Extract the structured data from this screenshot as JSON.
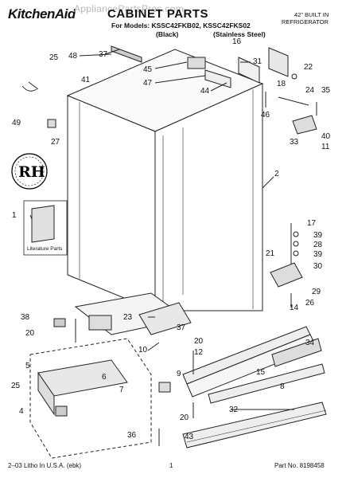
{
  "header": {
    "brand": "KitchenAid",
    "watermark": "AppliancePartsPros.com",
    "title": "CABINET PARTS",
    "models": "For Models: KSSC42FKB02, KSSC42FKS02",
    "variant_black": "(Black)",
    "variant_stainless": "(Stainless Steel)",
    "product_line1": "42\" BUILT IN",
    "product_line2": "REFRIGERATOR"
  },
  "labels": {
    "literature": "Literature Parts"
  },
  "callouts": {
    "c1": "1",
    "c2": "2",
    "c4": "4",
    "c5": "5",
    "c6": "6",
    "c7": "7",
    "c8": "8",
    "c9": "9",
    "c10": "10",
    "c11": "11",
    "c12": "12",
    "c14": "14",
    "c15": "15",
    "c16": "16",
    "c17": "17",
    "c18": "18",
    "c20a": "20",
    "c20b": "20",
    "c20c": "20",
    "c21": "21",
    "c22": "22",
    "c23": "23",
    "c24": "24",
    "c25a": "25",
    "c25b": "25",
    "c26": "26",
    "c27": "27",
    "c28": "28",
    "c29": "29",
    "c30": "30",
    "c31": "31",
    "c32": "32",
    "c33": "33",
    "c34": "34",
    "c35": "35",
    "c36": "36",
    "c37a": "37",
    "c37b": "37",
    "c38": "38",
    "c39a": "39",
    "c39b": "39",
    "c40": "40",
    "c41": "41",
    "c43": "43",
    "c44": "44",
    "c45": "45",
    "c46": "46",
    "c47": "47",
    "c48": "48",
    "c49": "49"
  },
  "footer": {
    "litho": "2–03 Litho In U.S.A. (ebk)",
    "page": "1",
    "part_no": "Part No. 8198458"
  }
}
